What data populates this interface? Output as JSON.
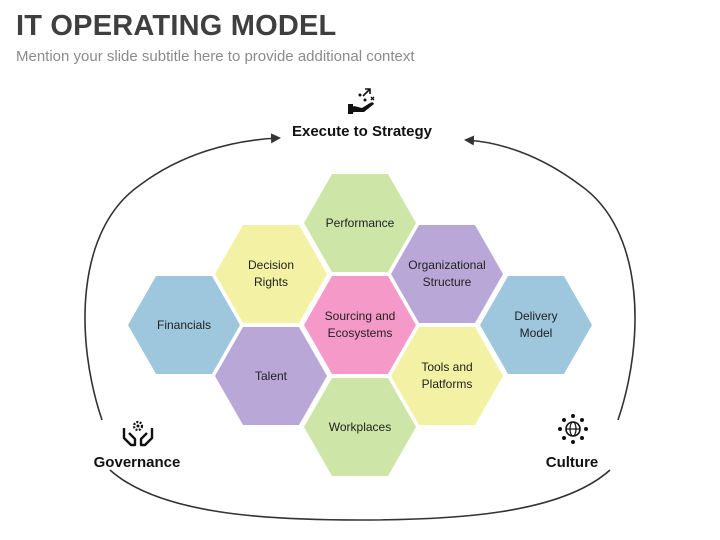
{
  "header": {
    "title": "IT OPERATING MODEL",
    "subtitle": "Mention your slide subtitle here to provide additional context"
  },
  "labels": {
    "top": "Execute to Strategy",
    "left": "Governance",
    "right": "Culture"
  },
  "hexagons": [
    {
      "id": "performance",
      "text": "Performance",
      "color": "#cde5a6"
    },
    {
      "id": "decision-rights",
      "text": "Decision\nRights",
      "color": "#f3f1a3"
    },
    {
      "id": "organizational-structure",
      "text": "Organizational\nStructure",
      "color": "#b9a7d7"
    },
    {
      "id": "financials",
      "text": "Financials",
      "color": "#9ec7dd"
    },
    {
      "id": "sourcing-ecosystems",
      "text": "Sourcing and\nEcosystems",
      "color": "#f59ac8"
    },
    {
      "id": "delivery-model",
      "text": "Delivery\nModel",
      "color": "#9ec7dd"
    },
    {
      "id": "talent",
      "text": "Talent",
      "color": "#b9a7d7"
    },
    {
      "id": "tools-platforms",
      "text": "Tools and\nPlatforms",
      "color": "#f3f1a3"
    },
    {
      "id": "workplaces",
      "text": "Workplaces",
      "color": "#cde5a6"
    }
  ],
  "icons": {
    "top": "hand-holding-arrows-icon",
    "left": "hands-gear-icon",
    "right": "globe-people-icon"
  },
  "colors": {
    "title": "#3f3f3f",
    "subtitle": "#8a8a8a",
    "arc": "#333333"
  }
}
